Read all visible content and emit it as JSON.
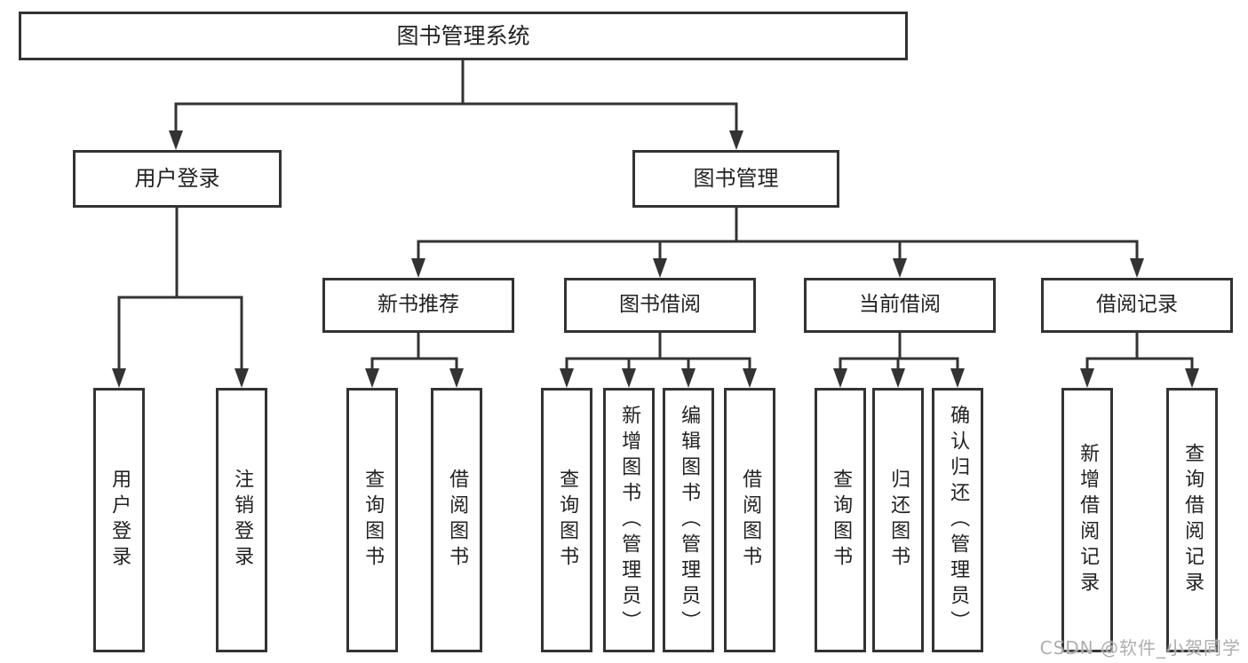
{
  "diagram": {
    "root": "图书管理系统",
    "level2": [
      {
        "label": "用户登录",
        "children": [
          "用户登录",
          "注销登录"
        ]
      },
      {
        "label": "图书管理",
        "subgroups": [
          {
            "label": "新书推荐",
            "children": [
              "查询图书",
              "借阅图书"
            ]
          },
          {
            "label": "图书借阅",
            "children": [
              "查询图书",
              "新增图书（管理员）",
              "编辑图书（管理员）",
              "借阅图书"
            ]
          },
          {
            "label": "当前借阅",
            "children": [
              "查询图书",
              "归还图书",
              "确认归还（管理员）"
            ]
          },
          {
            "label": "借阅记录",
            "children": [
              "新增借阅记录",
              "查询借阅记录"
            ]
          }
        ]
      }
    ]
  },
  "watermark": "CSDN @软件_小贺同学",
  "colors": {
    "line": "#333333",
    "text": "#222222",
    "background": "#ffffff",
    "watermark": "#aaaaaa"
  }
}
